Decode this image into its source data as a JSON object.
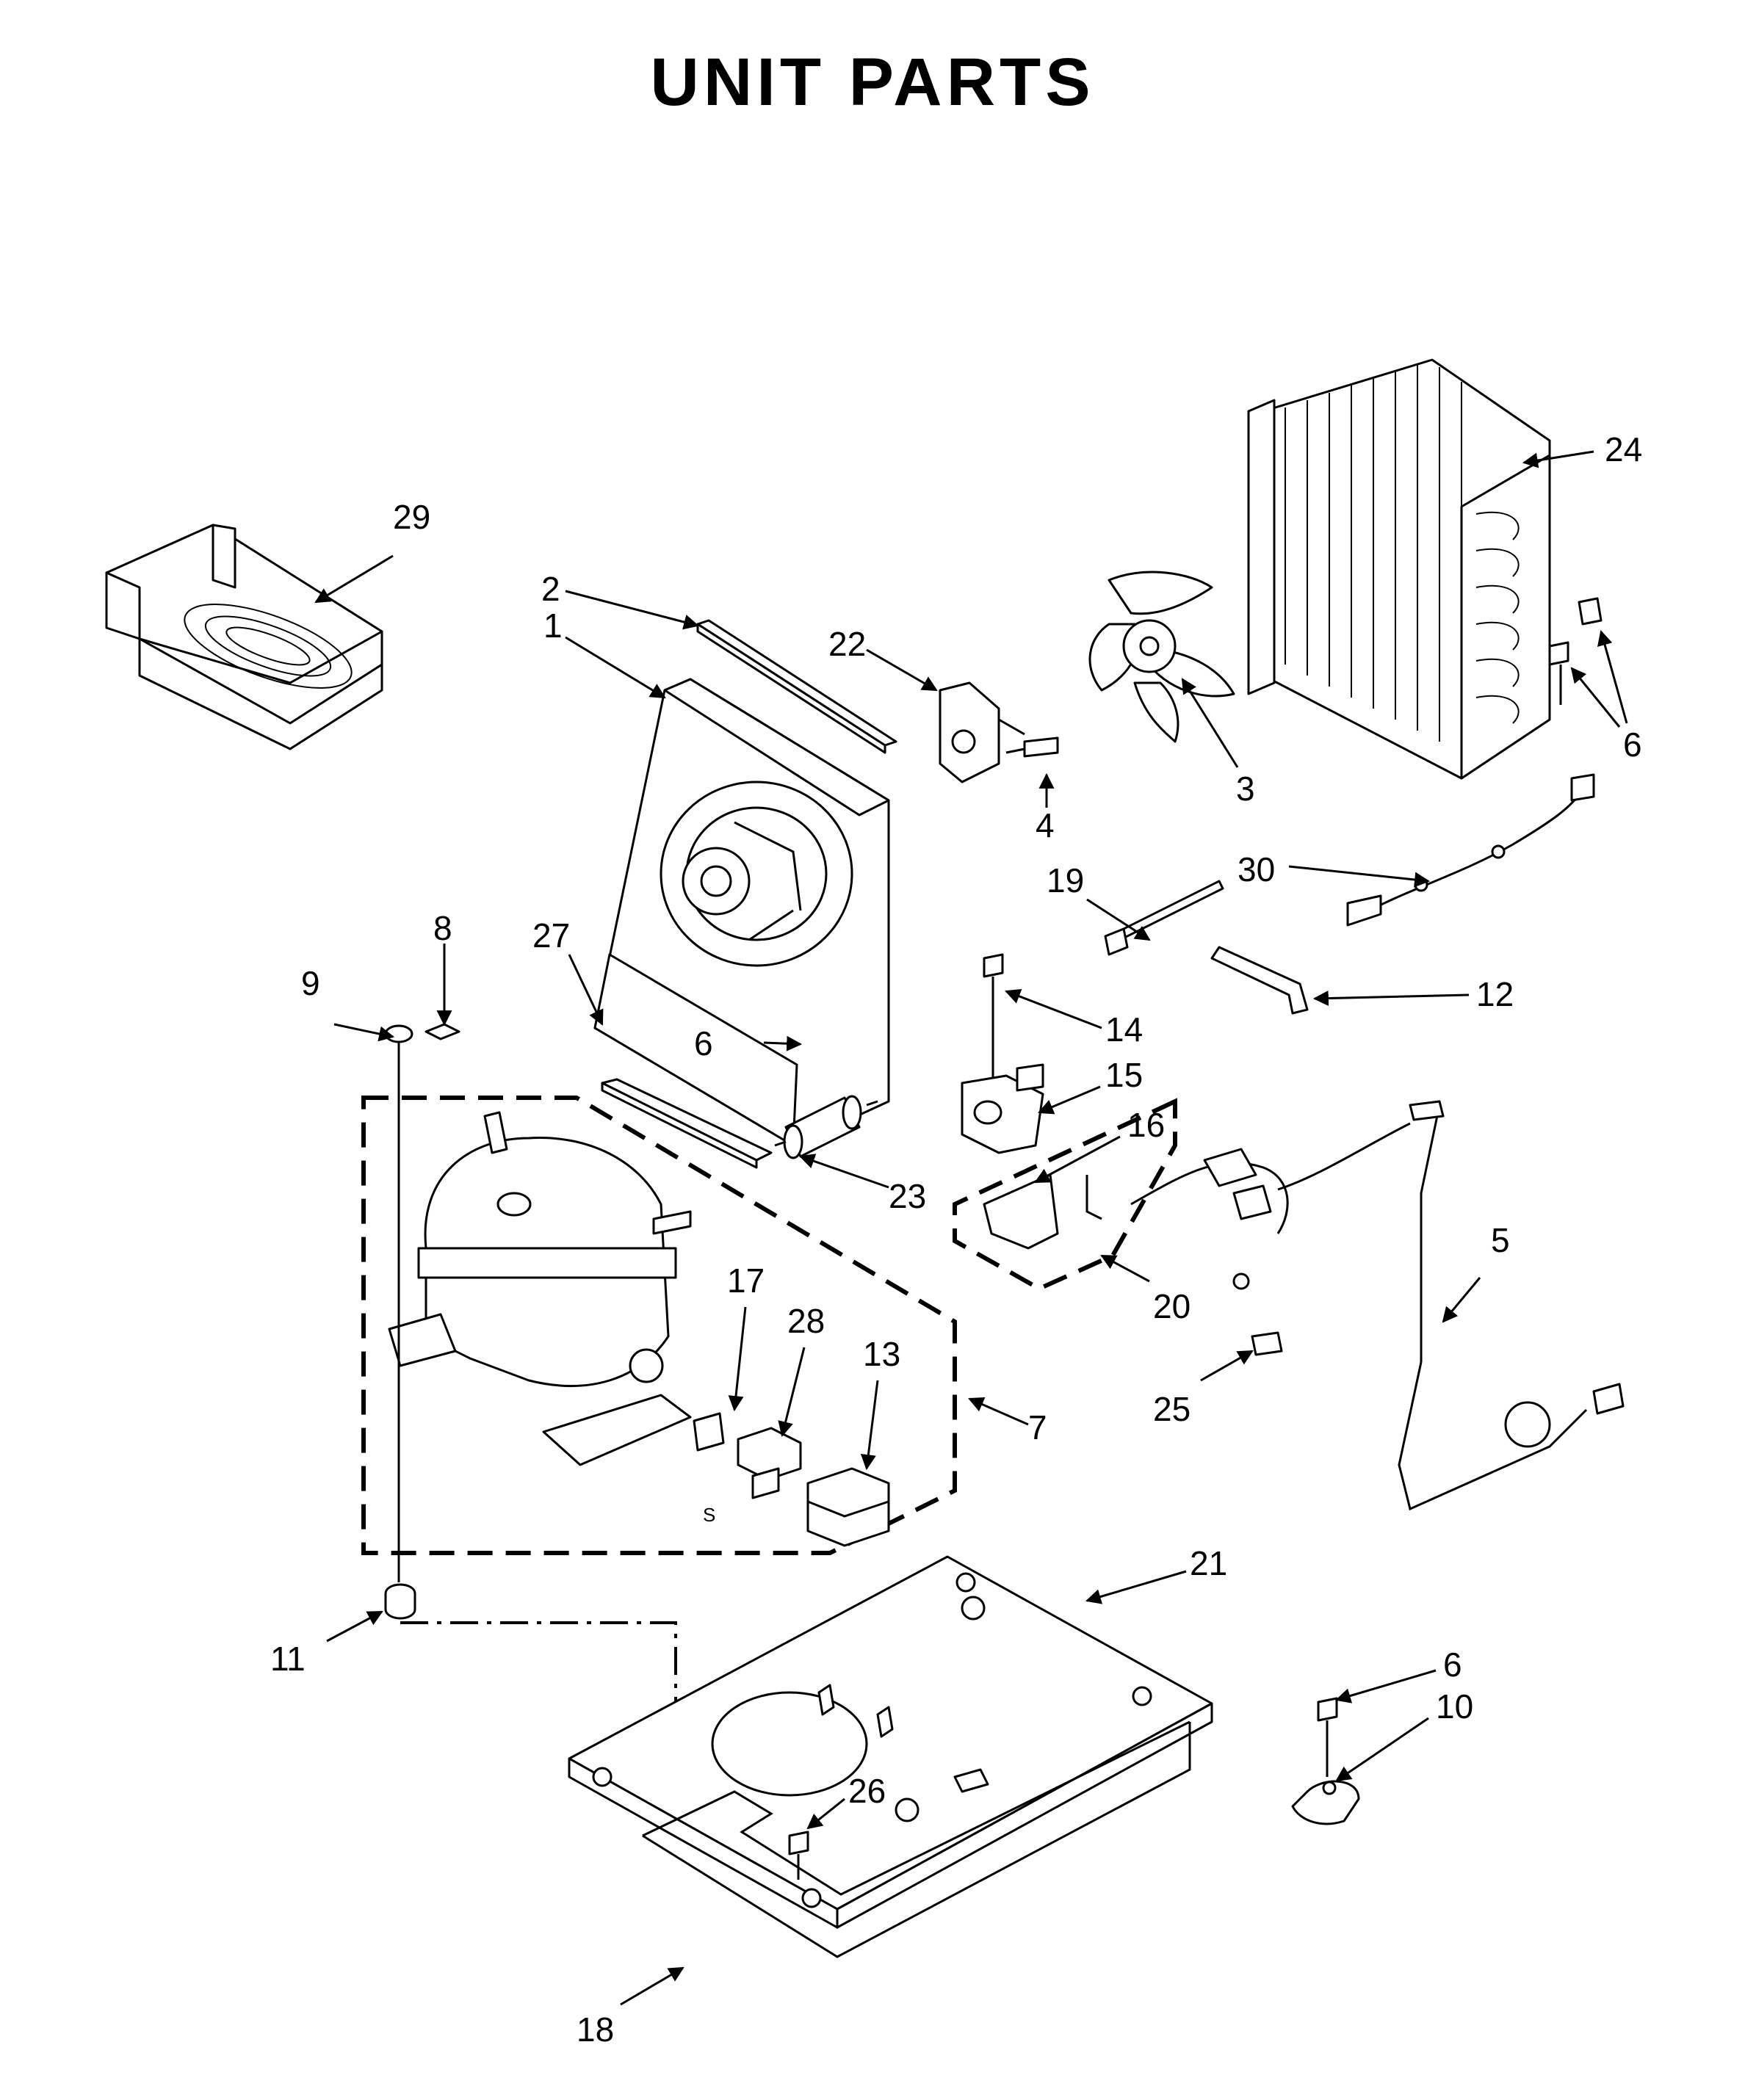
{
  "title": "UNIT PARTS",
  "callouts": [
    "1",
    "2",
    "3",
    "4",
    "5",
    "6",
    "7",
    "8",
    "9",
    "10",
    "11",
    "12",
    "13",
    "14",
    "15",
    "16",
    "17",
    "18",
    "19",
    "20",
    "21",
    "22",
    "23",
    "24",
    "25",
    "26",
    "27",
    "28",
    "29",
    "30"
  ],
  "compressor_mark": "S",
  "line_color": "#000000",
  "background": "#ffffff"
}
